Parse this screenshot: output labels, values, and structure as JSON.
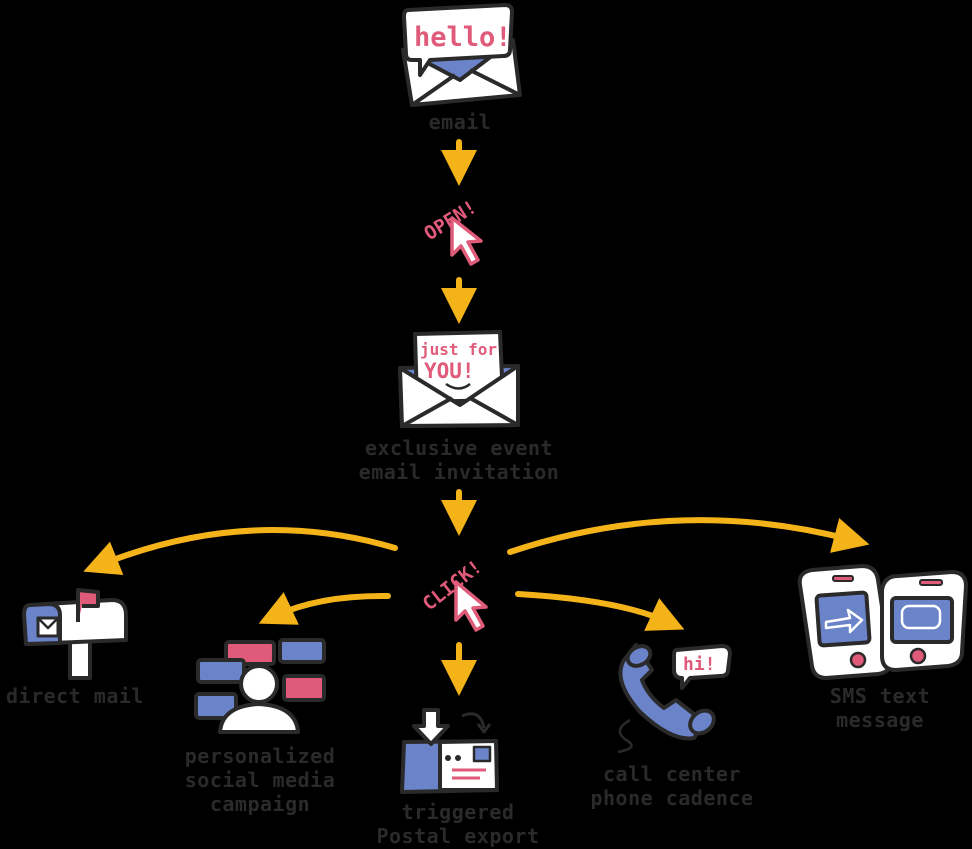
{
  "colors": {
    "background": "#000000",
    "arrow": "#f5b31a",
    "pink": "#e05a7a",
    "blue": "#6b84c9",
    "outline": "#2a2a2a",
    "paper": "#ffffff"
  },
  "nodes": {
    "email": {
      "label": "email",
      "bubble_text": "hello!"
    },
    "open": {
      "label": "OPEN!"
    },
    "invitation": {
      "line1": "exclusive event",
      "line2": "email invitation",
      "letter_line1": "just for",
      "letter_line2": "YOU!"
    },
    "click": {
      "label": "CLICK!"
    },
    "direct_mail": {
      "label": "direct mail"
    },
    "social": {
      "line1": "personalized",
      "line2": "social media",
      "line3": "campaign"
    },
    "postal": {
      "line1": "triggered",
      "line2": "Postal export"
    },
    "call": {
      "line1": "call center",
      "line2": "phone cadence",
      "bubble_text": "hi!"
    },
    "sms": {
      "line1": "SMS text",
      "line2": "message"
    }
  },
  "icons": [
    "envelope-icon",
    "cursor-icon",
    "mailbox-icon",
    "people-icon",
    "postcard-icon",
    "phone-icon",
    "smartphones-icon"
  ]
}
